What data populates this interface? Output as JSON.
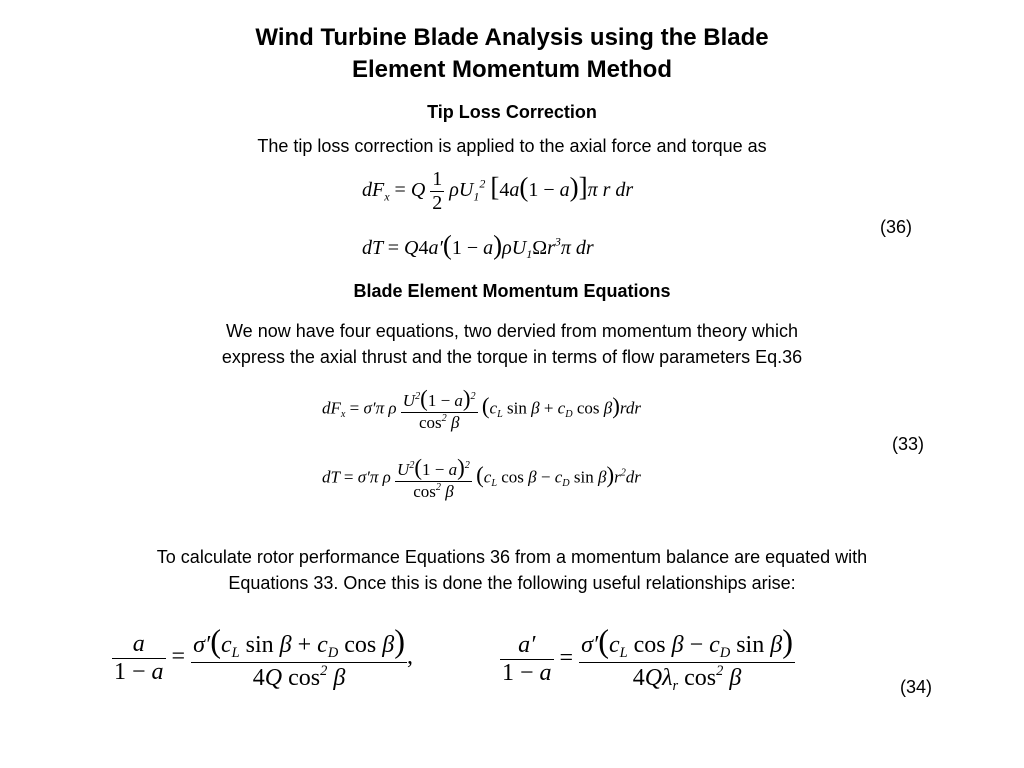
{
  "title_line1": "Wind Turbine Blade Analysis using the Blade",
  "title_line2": "Element Momentum Method",
  "section1": {
    "heading": "Tip Loss Correction",
    "text": "The tip loss correction is applied to the axial force and torque as",
    "eq_number": "(36)"
  },
  "section2": {
    "heading": "Blade Element Momentum Equations",
    "text_line1": "We now have four equations, two dervied from momentum theory which",
    "text_line2": "express the axial thrust and the torque in terms of flow parameters Eq.36",
    "eq_number": "(33)"
  },
  "section3": {
    "text_line1": "To calculate rotor performance Equations 36 from a momentum balance are equated with",
    "text_line2": "Equations 33. Once this is done the following useful relationships arise:",
    "eq_number": "(34)"
  }
}
